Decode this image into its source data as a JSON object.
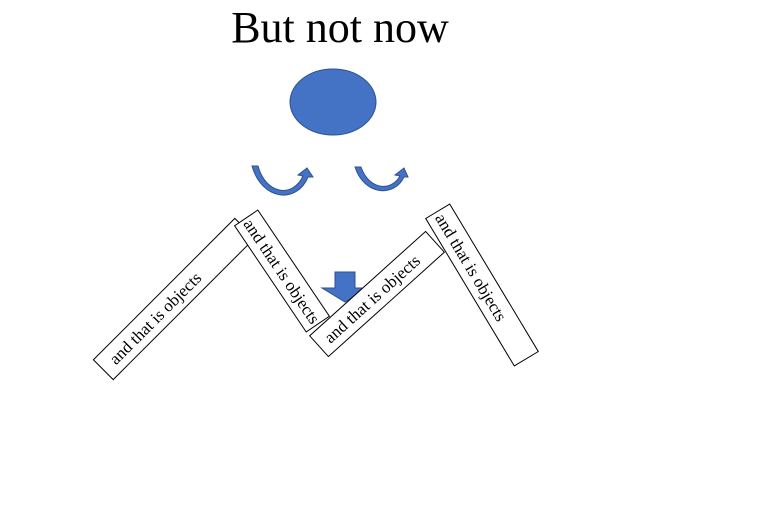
{
  "title": "But not now",
  "colors": {
    "shape_fill": "#4472c4",
    "shape_stroke": "#2f528f",
    "box_stroke": "#000000",
    "box_fill": "#ffffff"
  },
  "shapes": {
    "circle": "blue-oval",
    "left_arrow": "curved-up-arrow",
    "right_arrow": "curved-up-arrow",
    "down_arrow": "block-down-arrow"
  },
  "boxes": [
    {
      "text": "and that is objects"
    },
    {
      "text": "and that is objects"
    },
    {
      "text": "and that is objects"
    },
    {
      "text": "and that is objects"
    }
  ]
}
